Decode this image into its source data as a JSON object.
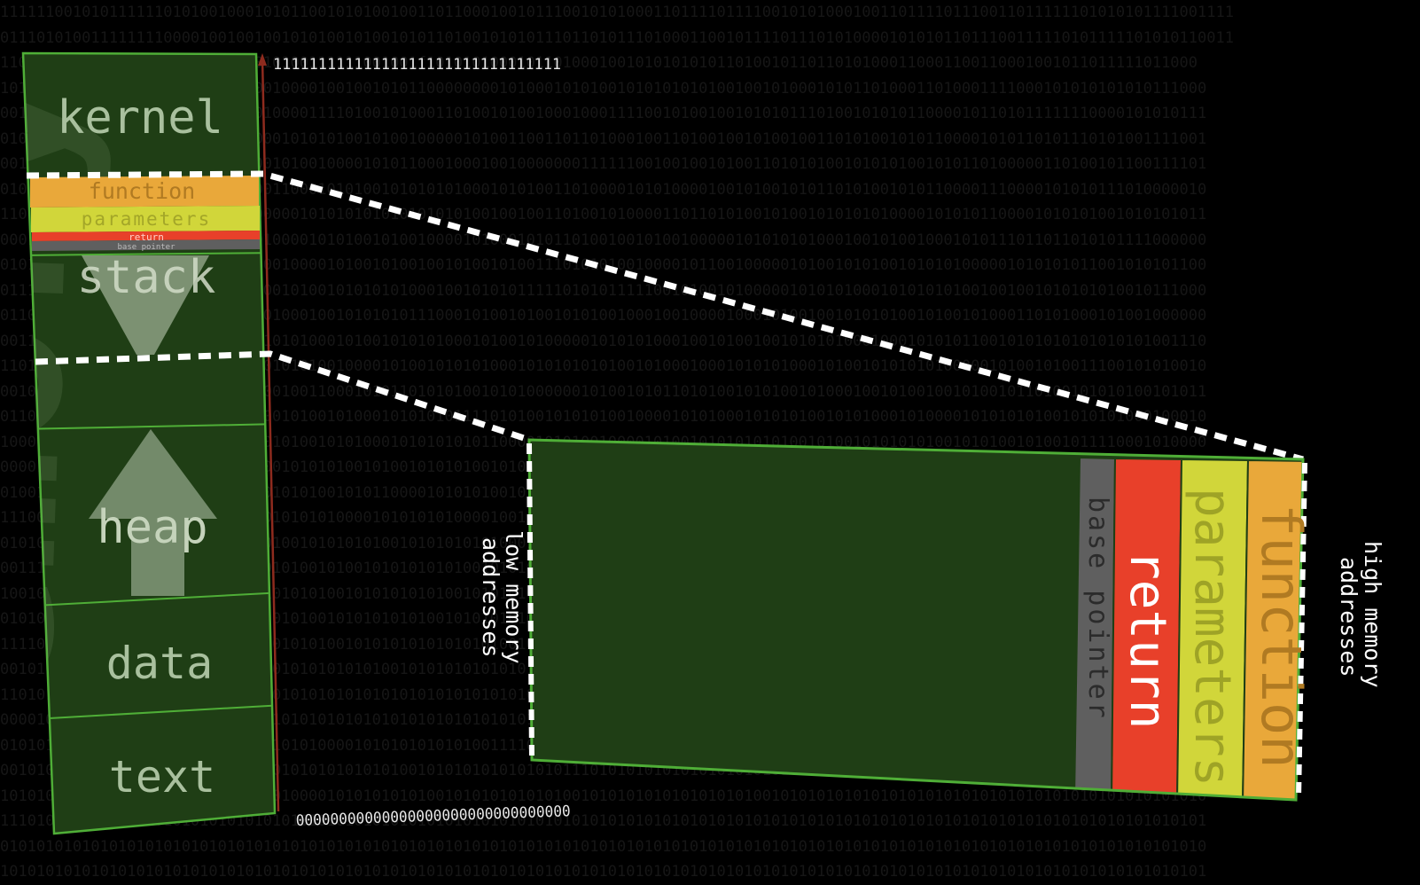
{
  "background": {
    "binary_rows": [
      "1111110010101111110101001000101011001010100100110110001001011100101010001101111011110010101000100110111101110011011111101010101111001111",
      "0111010100111111110000100100100101010010100101011010010101011101101011101000110010111101110101000010101011011100111110101111101010110011",
      "1101011011000010110101011110010100111111001001f1010101000101101000100101010101011010010110110101000110001100110001001011011111011000",
      "1011011100011101001010100101001000010010010101100000000101000101010010101010101001001010001010110100011010001111000101010101010111000",
      "0011110101011110101111111110010000111101001010001101001010010001000111100101001001010101110100101010110000101101011111110000101010111",
      "0101000000000000101001110110000101010100101001000001010011001101101000100110100100101001001101010010101100001010110101110101001111001",
      "0011001010100010101001010101001010010000101011000100010010000000111111001001001010011010101001010101001010110100000110100101100111101",
      "0101000000010010101010010101001100010101001010101010001010100110100001010100001001010010101101010010101100001110000101010111010000010",
      "1100110101001010010110011010000001010101010101010101001001001101001010000110110101001010010101010100001010101100001010101001010101011",
      "0001000011000011010111100101010000101010010100100001010001010110100100101001000001010101010001001010010001010111011011010101111000000",
      "0101011110010101111100101010100100001010010100100101001010011101010100100001011001000001010010101001010101000001010101011001010101100",
      "0111010101001001100001010010100101001010101010001001010101111101010111110010100101000001010101000101010101001001001010101010010111000",
      "0110011110010010101001001010101000100101010101110001010010100101010010001001000010001010010010101010010100101000110101000101001000000",
      "0011010101001001001001010101110101000101001010101000101001010000010101010001001010010010101010001000101010110010101010101010101001110",
      "1101101000100101001010000101001010100100001010010101010001010101010100101000100010101010001010010101010100000101001010011100101010010",
      "0010110100101001010101001010100100110001010110101010010101000000101001010110101001010100101000100101001001010010110100101010100101011",
      "0110101010100101001010101010000101001010001010101011110101001010101001000010101000101010100101010001010000101010101001010101000100010",
      "1000000101010110101001010100101010010101000101010101011000010101001000010100101010101010010100101010101001010100101001011110001010000",
      "0000101010010101011101001010100101010100101001010101001010100101001010010101001010010100101000101010010101001010010101010001011101100",
      "0100101010010101001000001010001010100101011000010101010010101010011010101001010101010000101010101010100000101010100101010101010010111",
      "1110010101010101001010010101001010101000010101010100001001010101010101000101001010101010101001010101001010100010101000010101010101001",
      "0101010000101001010101010010101001010101010010101010101000101010101001010100101010100101001010010101000101010101001010101001010000101",
      "0011101010010101010101001010101010010100101010101010010101010101010010101001010101010101010010101010100101010010101010101010100101010",
      "1001010101010101001010101001010101010010101010101001010101010100101010101010100101010101010010101010101001010101010101001010101010101",
      "0101010101001010101010100101010101001010101010100101010101010101001010101010101010010101010101010101001010101010101010100101010101010",
      "1111001010101010101010010101010101010010101010101010101001010101010101010101001010101010101010100101010101010101010101010010101010101",
      "0010101010101010101001010101010101010101010010101010101010101010101001010101010101010101010101001010101010101010101010101010010101010",
      "1101010101010101010101010101010101010101010101010101010101010101010101010101010101010101010101010101010101010101010101010101010101010",
      "0000101010101010101010101010101010101010101010101010101010101010101010101010101010101010101010101010101010101010101010101010101010101",
      "0101011110101010111101010100101010100001010101010101001111010101010101010101000101010101010100001010101010101010101000101010101010101",
      "0010101001110101001010111101010101010101010100101010101010101011101010101010101010101010101010101010101010101010101010101010101010101",
      "1010101010101011101010100101010100001010101010100101010101010100101010101010101010100101010101010101010101010101010101010101010101010",
      "1110101010101010101010101010101010101010101010101010101010101010101010101010101010101010101010101010101010101010101010101010101010101",
      "0101010101010101010101010101010101010101010101010101010101010101010101010101010101010101010101010101010101010101010101010101010101010",
      "1010101010101010101010101010101010101010101010101010101010101010101010101010101010101010101010101010101010101010101010101010101010101"
    ]
  },
  "memory_column": {
    "segments": {
      "kernel": "kernel",
      "stack": "stack",
      "heap": "heap",
      "data": "data",
      "text": "text"
    },
    "watermark": "memory",
    "frame": {
      "function": "function",
      "parameters": "parameters",
      "return": "return",
      "base_pointer": "base pointer"
    },
    "high_address_bits": "11111111111111111111111111111111",
    "low_address_bits": "00000000000000000000000000000000"
  },
  "zoom": {
    "frame": {
      "function": "function",
      "parameters": "parameters",
      "return": "return",
      "base_pointer": "base pointer"
    },
    "low_label": [
      "low memory",
      "addresses"
    ],
    "high_label": [
      "high memory",
      "addresses"
    ]
  },
  "colors": {
    "segment_fill": "#1f3e15",
    "segment_border": "#4fae37",
    "function": "#e9a83a",
    "parameters": "#d1d63a",
    "return": "#e8402a",
    "base_pointer": "#5f5f5f",
    "label_text": "#a9c09e",
    "arrow": "#c8d6c0",
    "dashes": "#ffffff"
  }
}
